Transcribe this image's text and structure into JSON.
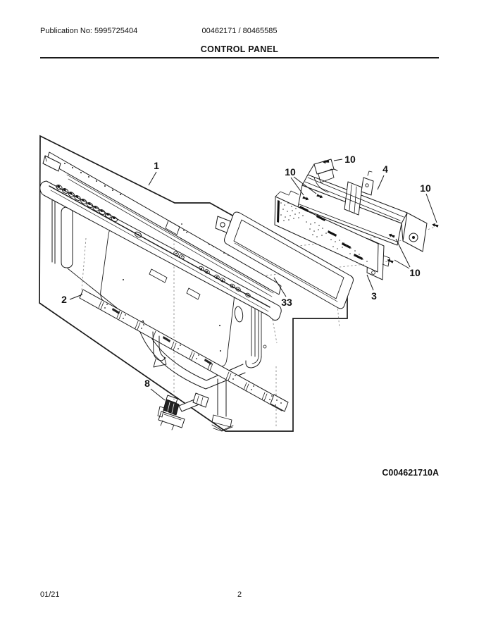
{
  "header": {
    "publication_no": "Publication No: 5995725404",
    "model_numbers": "00462171 / 80465585",
    "section_title": "CONTROL PANEL"
  },
  "diagram": {
    "reference_code": "C004621710A",
    "callouts": [
      {
        "label": "1"
      },
      {
        "label": "2"
      },
      {
        "label": "3"
      },
      {
        "label": "4"
      },
      {
        "label": "8"
      },
      {
        "label": "10"
      },
      {
        "label": "10"
      },
      {
        "label": "10"
      },
      {
        "label": "10"
      },
      {
        "label": "33"
      }
    ]
  },
  "footer": {
    "revision_date": "01/21",
    "page_number": "2"
  }
}
